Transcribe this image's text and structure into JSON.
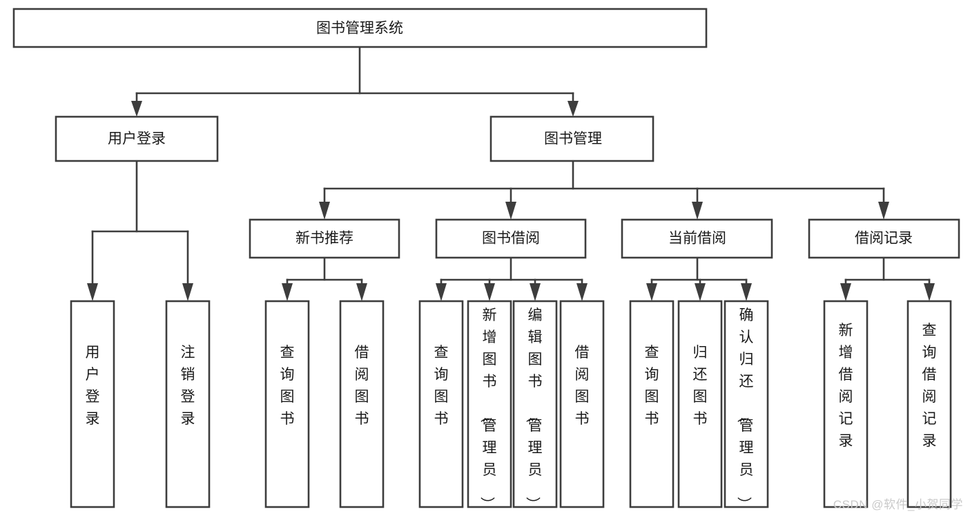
{
  "diagram": {
    "type": "tree-hierarchy",
    "title": "图书管理系统",
    "watermark": "CSDN @软件_小贺同学",
    "nodes": {
      "root": {
        "label": "图书管理系统"
      },
      "level2": [
        {
          "id": "user-login",
          "label": "用户登录"
        },
        {
          "id": "book-management",
          "label": "图书管理"
        }
      ],
      "level3": [
        {
          "id": "new-book-recommend",
          "label": "新书推荐"
        },
        {
          "id": "book-borrow",
          "label": "图书借阅"
        },
        {
          "id": "current-borrow",
          "label": "当前借阅"
        },
        {
          "id": "borrow-record",
          "label": "借阅记录"
        }
      ],
      "leaves": {
        "user-login": [
          {
            "id": "leaf-user-login",
            "label": "用户登录"
          },
          {
            "id": "leaf-logout-login",
            "label": "注销登录"
          }
        ],
        "new-book-recommend": [
          {
            "id": "leaf-query-book-1",
            "label": "查询图书"
          },
          {
            "id": "leaf-borrow-book-1",
            "label": "借阅图书"
          }
        ],
        "book-borrow": [
          {
            "id": "leaf-query-book-2",
            "label": "查询图书"
          },
          {
            "id": "leaf-add-book",
            "label": "新增图书（管理员）"
          },
          {
            "id": "leaf-edit-book",
            "label": "编辑图书（管理员）"
          },
          {
            "id": "leaf-borrow-book-2",
            "label": "借阅图书"
          }
        ],
        "current-borrow": [
          {
            "id": "leaf-query-book-3",
            "label": "查询图书"
          },
          {
            "id": "leaf-return-book",
            "label": "归还图书"
          },
          {
            "id": "leaf-confirm-return",
            "label": "确认归还（管理员）"
          }
        ],
        "borrow-record": [
          {
            "id": "leaf-add-record",
            "label": "新增借阅记录"
          },
          {
            "id": "leaf-query-record",
            "label": "查询借阅记录"
          }
        ]
      }
    },
    "colors": {
      "stroke": "#3d3d3d",
      "fill": "#ffffff",
      "text": "#1a1a1a",
      "watermark": "#c9c9c9"
    }
  }
}
